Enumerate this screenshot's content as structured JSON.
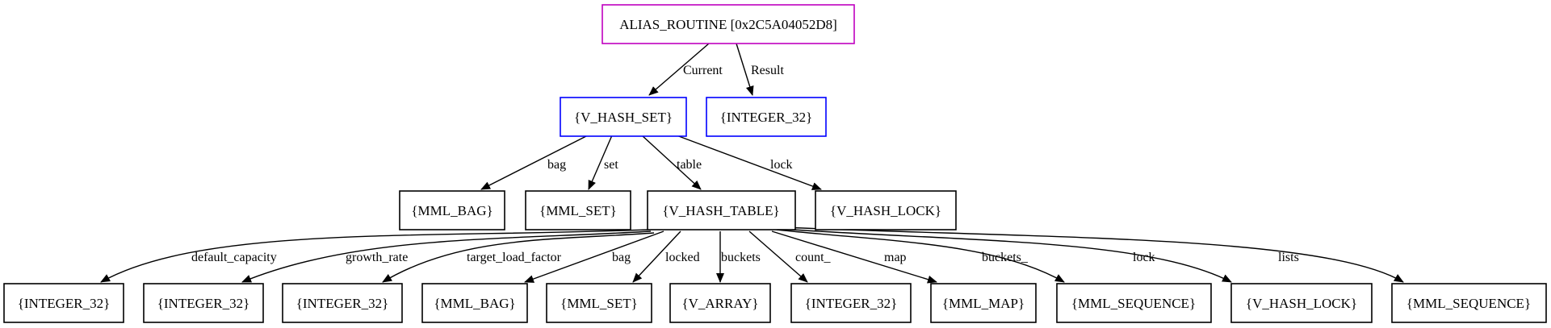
{
  "colors": {
    "root_border": "#c000c0",
    "level1_border": "#0000ff",
    "default_border": "#000000",
    "edge": "#000000"
  },
  "nodes": {
    "root": "ALIAS_ROUTINE [0x2C5A04052D8]",
    "v_hash_set": "{V_HASH_SET}",
    "integer_result": "{INTEGER_32}",
    "mml_bag_1": "{MML_BAG}",
    "mml_set_1": "{MML_SET}",
    "v_hash_table": "{V_HASH_TABLE}",
    "v_hash_lock_1": "{V_HASH_LOCK}",
    "integer_1": "{INTEGER_32}",
    "integer_2": "{INTEGER_32}",
    "integer_3": "{INTEGER_32}",
    "mml_bag_2": "{MML_BAG}",
    "mml_set_2": "{MML_SET}",
    "v_array": "{V_ARRAY}",
    "integer_4": "{INTEGER_32}",
    "mml_map": "{MML_MAP}",
    "mml_sequence_1": "{MML_SEQUENCE}",
    "v_hash_lock_2": "{V_HASH_LOCK}",
    "mml_sequence_2": "{MML_SEQUENCE}"
  },
  "edges": {
    "current": "Current",
    "result": "Result",
    "bag": "bag",
    "set": "set",
    "table": "table",
    "lock": "lock",
    "default_capacity": "default_capacity",
    "growth_rate": "growth_rate",
    "target_load_factor": "target_load_factor",
    "table_bag": "bag",
    "locked": "locked",
    "buckets": "buckets",
    "count_": "count_",
    "map": "map",
    "buckets_": "buckets_",
    "table_lock": "lock",
    "lists": "lists"
  }
}
